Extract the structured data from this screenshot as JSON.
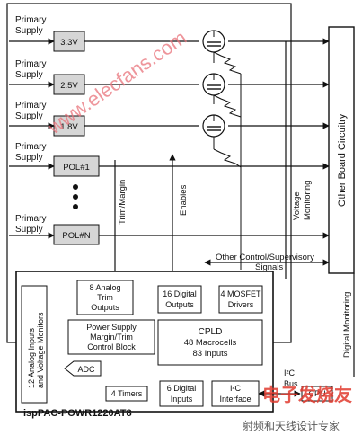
{
  "supplies": [
    {
      "label_line1": "Primary",
      "label_line2": "Supply",
      "regulator": "3.3V"
    },
    {
      "label_line1": "Primary",
      "label_line2": "Supply",
      "regulator": "2.5V"
    },
    {
      "label_line1": "Primary",
      "label_line2": "Supply",
      "regulator": "1.8V"
    },
    {
      "label_line1": "Primary",
      "label_line2": "Supply",
      "regulator": "POL#1"
    },
    {
      "label_line1": "Primary",
      "label_line2": "Supply",
      "regulator": "POL#N"
    }
  ],
  "signals": {
    "trim_margin": "Trim/Margin",
    "enables": "Enables",
    "voltage_monitoring_1": "Voltage",
    "voltage_monitoring_2": "Monitoring",
    "other_control_1": "Other Control/Supervisory",
    "other_control_2": "Signals",
    "digital_monitoring": "Digital Monitoring",
    "i2c_bus_1": "I²C",
    "i2c_bus_2": "Bus"
  },
  "other_board": "Other Board Circuitry",
  "cpu": "CPU",
  "chip": {
    "name": "ispPAC-POWR1220AT8",
    "analog_inputs_1": "12 Analog Inputs",
    "analog_inputs_2": "and Voltage Monitors",
    "trim_1": "8 Analog",
    "trim_2": "Trim",
    "trim_3": "Outputs",
    "digital_outputs_1": "16 Digital",
    "digital_outputs_2": "Outputs",
    "mosfet_1": "4 MOSFET",
    "mosfet_2": "Drivers",
    "margin_1": "Power Supply",
    "margin_2": "Margin/Trim",
    "margin_3": "Control Block",
    "adc": "ADC",
    "cpld_1": "CPLD",
    "cpld_2": "48 Macrocells",
    "cpld_3": "83 Inputs",
    "timers": "4 Timers",
    "digital_inputs_1": "6 Digital",
    "digital_inputs_2": "Inputs",
    "i2c_if_1": "I²C",
    "i2c_if_2": "Interface"
  },
  "watermark": {
    "url": "www.elecfans.com",
    "logo": "电子发烧友",
    "footer": "射频和天线设计专家"
  },
  "colors": {
    "line": "#111111",
    "regulator_fill": "#d6d6d6",
    "watermark": "#e8727a",
    "logo_red": "#e03a2e"
  }
}
